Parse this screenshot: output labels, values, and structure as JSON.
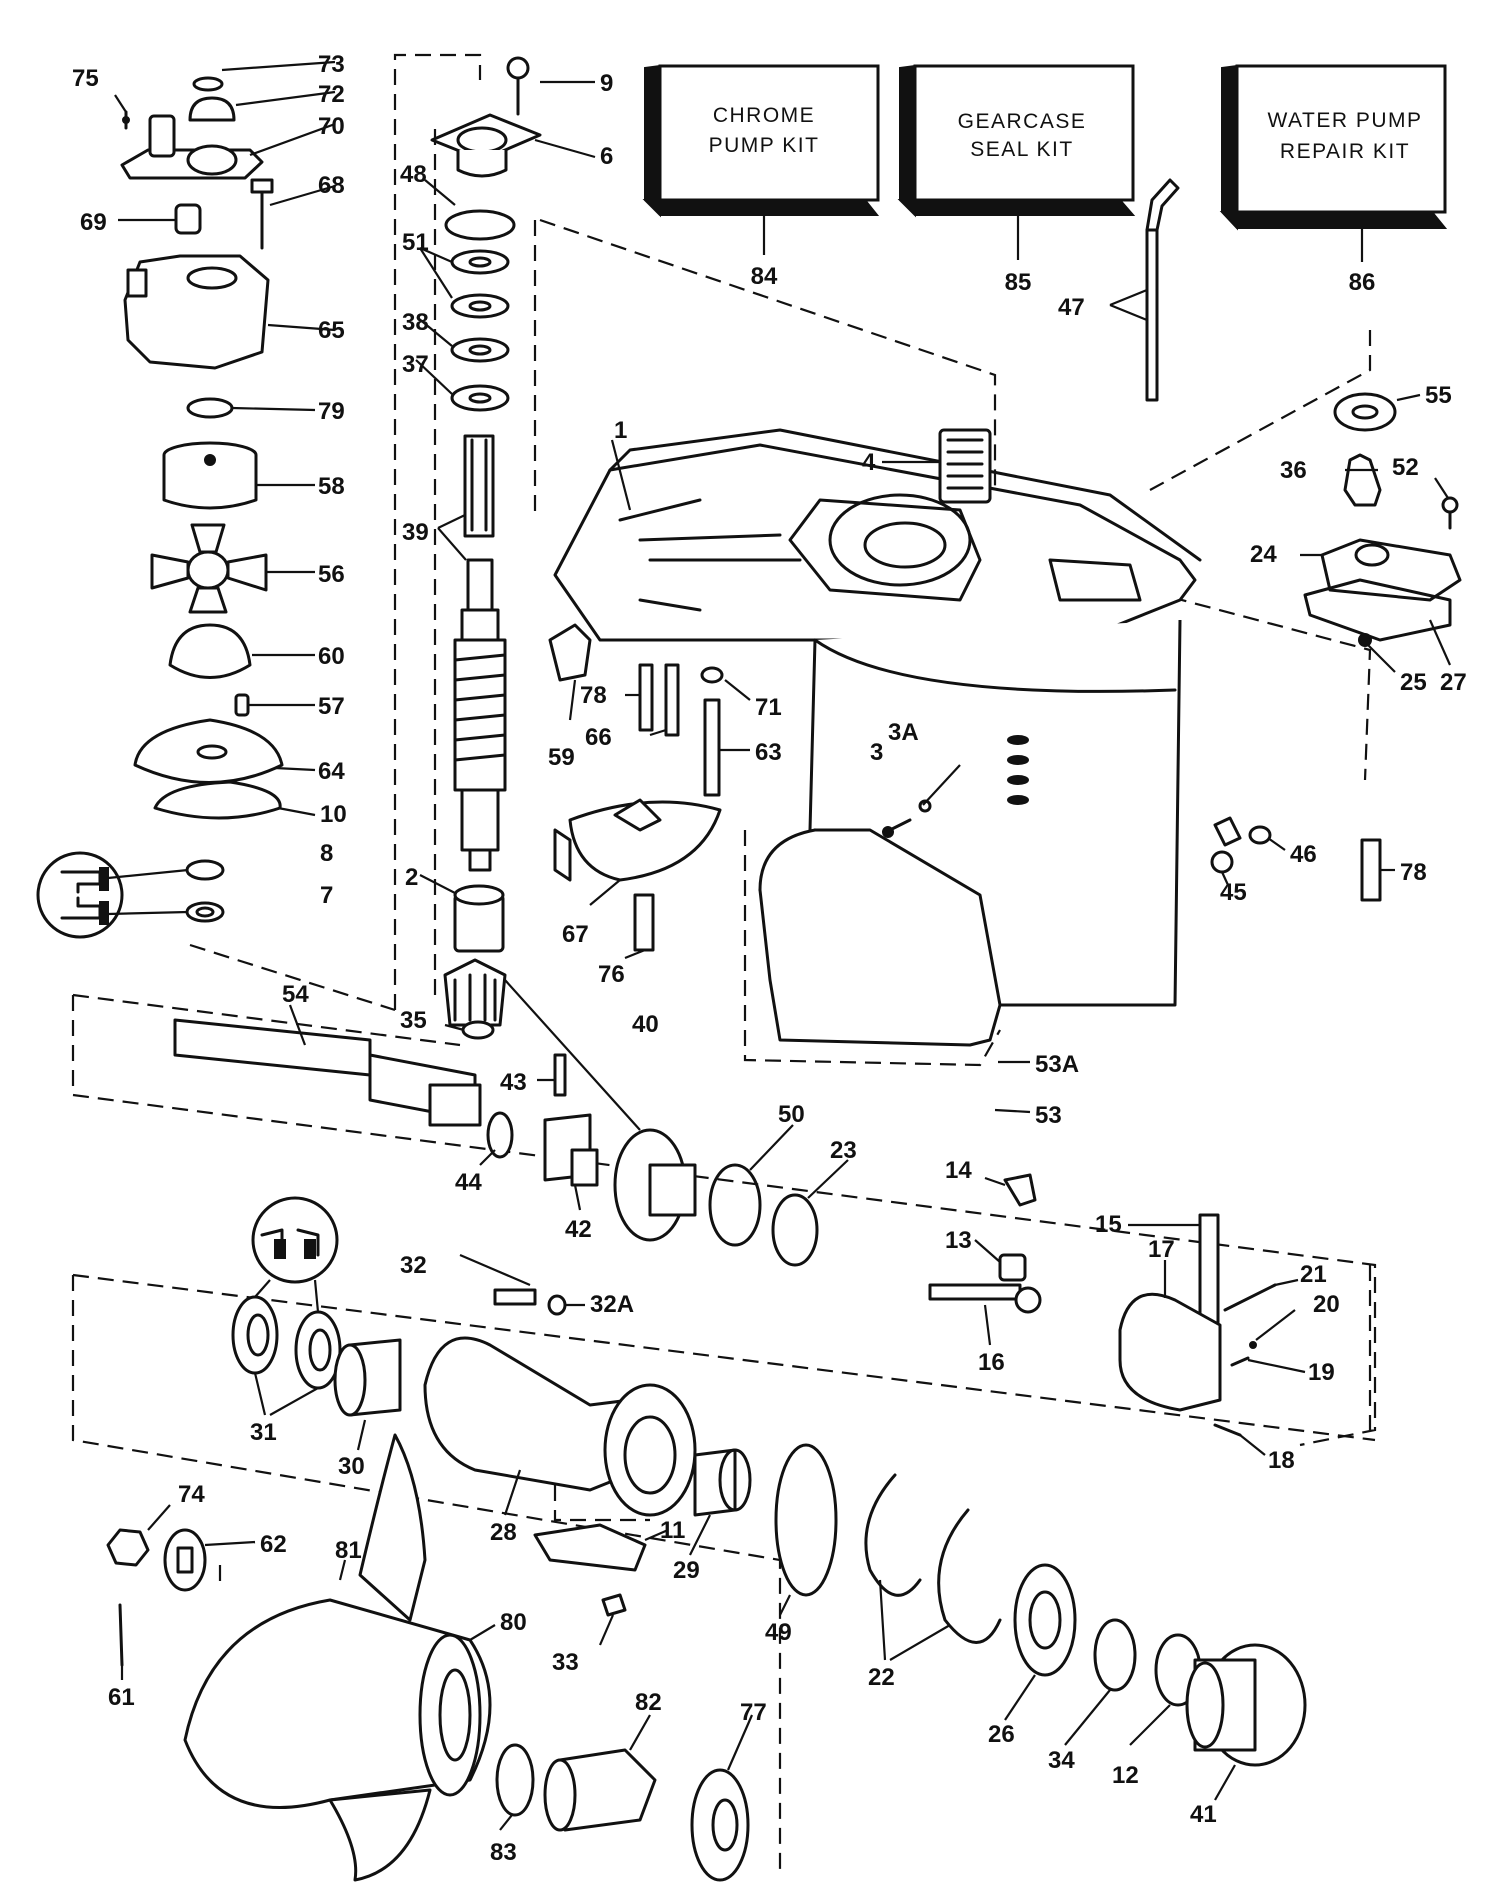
{
  "kits": [
    {
      "number": "84",
      "lines": [
        "CHROME",
        "PUMP KIT"
      ]
    },
    {
      "number": "85",
      "lines": [
        "GEARCASE",
        "SEAL KIT"
      ]
    },
    {
      "number": "86",
      "lines": [
        "WATER PUMP",
        "REPAIR KIT"
      ]
    }
  ],
  "parts": [
    "1",
    "2",
    "3",
    "3A",
    "4",
    "6",
    "7",
    "8",
    "9",
    "10",
    "11",
    "12",
    "13",
    "14",
    "15",
    "16",
    "17",
    "18",
    "19",
    "20",
    "21",
    "22",
    "23",
    "24",
    "25",
    "26",
    "27",
    "28",
    "29",
    "30",
    "31",
    "32",
    "32A",
    "33",
    "34",
    "35",
    "36",
    "37",
    "38",
    "39",
    "40",
    "41",
    "42",
    "43",
    "44",
    "45",
    "46",
    "47",
    "48",
    "49",
    "50",
    "51",
    "52",
    "53",
    "53A",
    "54",
    "55",
    "56",
    "57",
    "58",
    "59",
    "60",
    "61",
    "62",
    "63",
    "64",
    "65",
    "66",
    "67",
    "68",
    "69",
    "70",
    "71",
    "72",
    "73",
    "74",
    "75",
    "76",
    "77",
    "78",
    "79",
    "80",
    "81",
    "82",
    "83"
  ]
}
